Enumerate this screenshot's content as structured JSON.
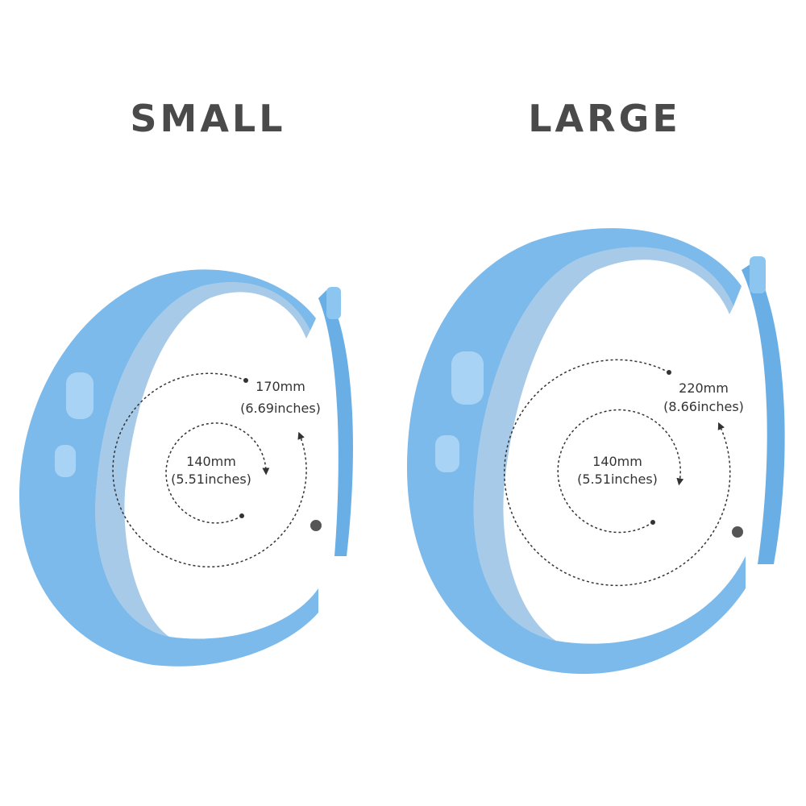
{
  "titles": {
    "small": "SMALL",
    "large": "LARGE"
  },
  "small": {
    "outer_size": "170mm",
    "outer_inches": "(6.69inches)",
    "inner_size": "140mm",
    "inner_inches": "(5.51inches)"
  },
  "large": {
    "outer_size": "220mm",
    "outer_inches": "(8.66inches)",
    "inner_size": "140mm",
    "inner_inches": "(5.51inches)"
  },
  "colors": {
    "band": "#7cbaeb",
    "band_shadow": "#5c9ed6",
    "band_highlight": "#a9d3f4",
    "text": "#4a4a4a"
  }
}
